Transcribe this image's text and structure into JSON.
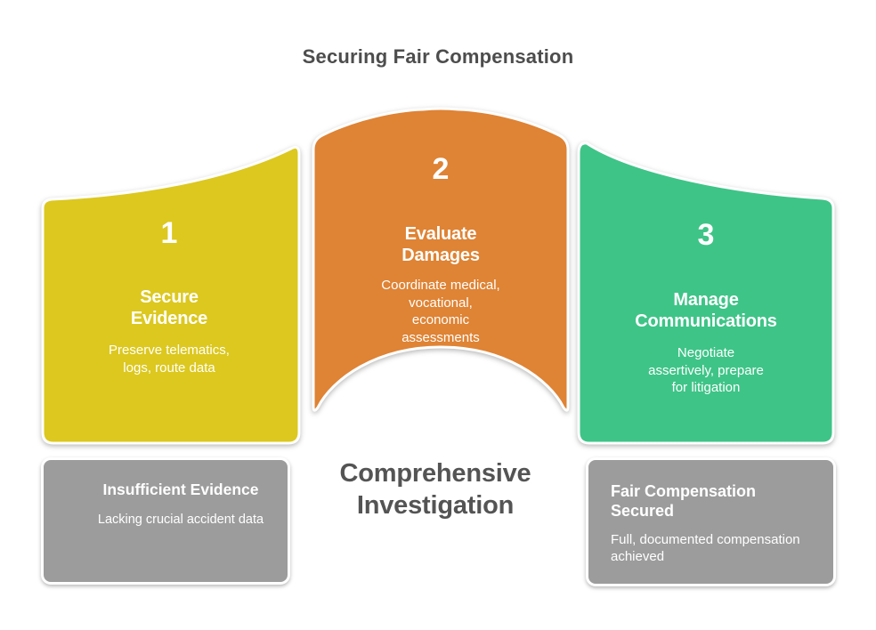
{
  "title": "Securing Fair Compensation",
  "center_label": "Comprehensive\nInvestigation",
  "colors": {
    "step1": "#dcc81f",
    "step2": "#df8334",
    "step3": "#3ec487",
    "outcome_gray": "#9c9c9c",
    "heading_text": "#4d4d4d",
    "panel_text": "#ffffff"
  },
  "steps": [
    {
      "number": "1",
      "title": "Secure\nEvidence",
      "desc": "Preserve telematics,\nlogs, route data"
    },
    {
      "number": "2",
      "title": "Evaluate\nDamages",
      "desc": "Coordinate medical,\nvocational,\neconomic\nassessments"
    },
    {
      "number": "3",
      "title": "Manage\nCommunications",
      "desc": "Negotiate\nassertively, prepare\nfor litigation"
    }
  ],
  "outcomes": [
    {
      "title": "Insufficient Evidence",
      "desc": "Lacking crucial accident data"
    },
    {
      "title": "Fair Compensation\nSecured",
      "desc": "Full, documented compensation\nachieved"
    }
  ]
}
